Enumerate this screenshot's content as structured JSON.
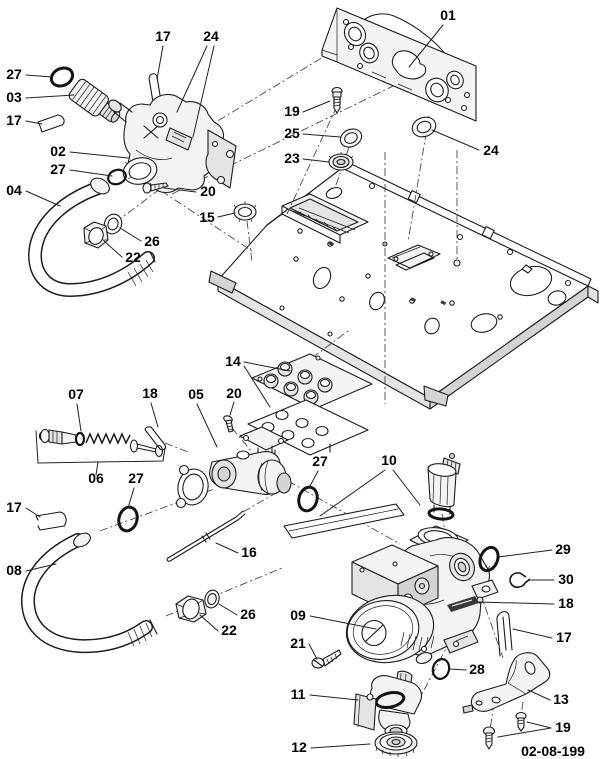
{
  "diagram": {
    "doc_number": "02-08-199"
  },
  "callouts": [
    {
      "label": "01"
    },
    {
      "label": "17"
    },
    {
      "label": "24"
    },
    {
      "label": "27"
    },
    {
      "label": "03"
    },
    {
      "label": "17"
    },
    {
      "label": "02"
    },
    {
      "label": "27"
    },
    {
      "label": "04"
    },
    {
      "label": "20"
    },
    {
      "label": "26"
    },
    {
      "label": "22"
    },
    {
      "label": "19"
    },
    {
      "label": "25"
    },
    {
      "label": "23"
    },
    {
      "label": "24"
    },
    {
      "label": "15"
    },
    {
      "label": "14"
    },
    {
      "label": "20"
    },
    {
      "label": "07"
    },
    {
      "label": "18"
    },
    {
      "label": "05"
    },
    {
      "label": "06"
    },
    {
      "label": "27"
    },
    {
      "label": "17"
    },
    {
      "label": "08"
    },
    {
      "label": "16"
    },
    {
      "label": "26"
    },
    {
      "label": "22"
    },
    {
      "label": "27"
    },
    {
      "label": "10"
    },
    {
      "label": "29"
    },
    {
      "label": "30"
    },
    {
      "label": "18"
    },
    {
      "label": "17"
    },
    {
      "label": "09"
    },
    {
      "label": "21"
    },
    {
      "label": "11"
    },
    {
      "label": "28"
    },
    {
      "label": "12"
    },
    {
      "label": "13"
    },
    {
      "label": "19"
    }
  ],
  "colors": {
    "background": "#ffffff",
    "line": "#1c1c1c",
    "label": "#000000"
  }
}
